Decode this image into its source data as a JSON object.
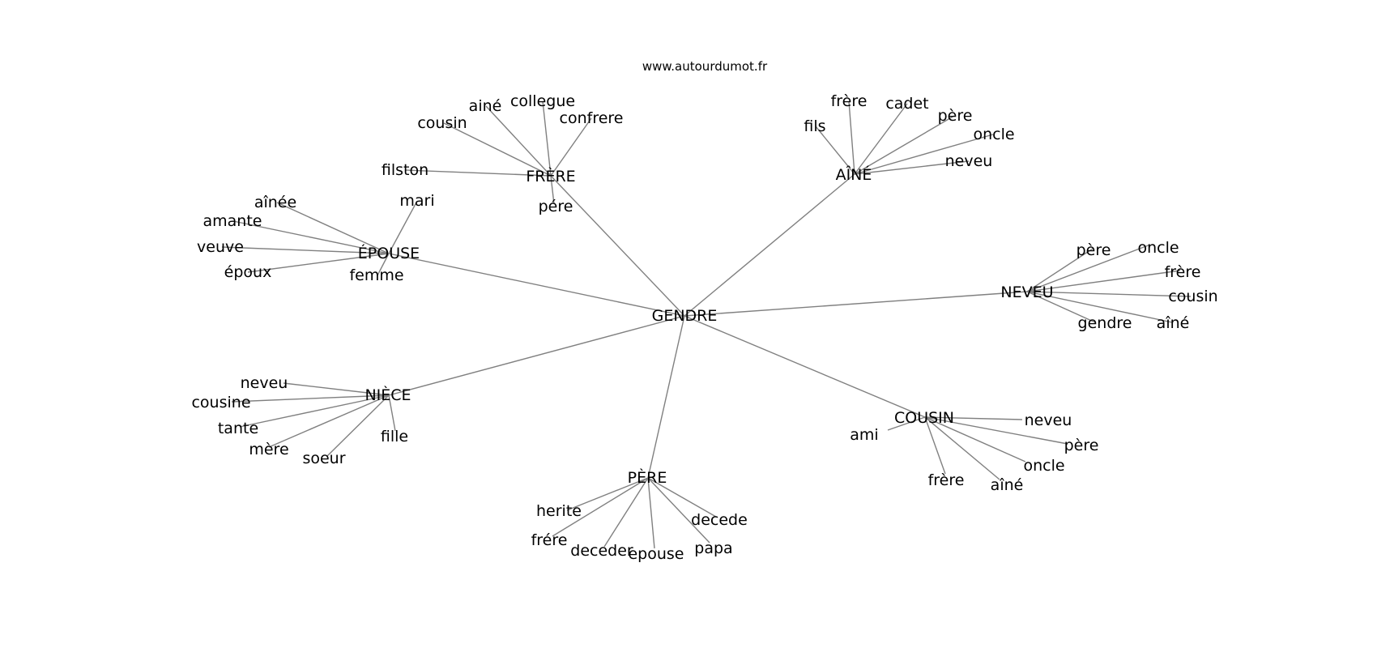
{
  "source": "www.autourdumot.fr",
  "colors": {
    "edge": "#808080",
    "text": "#000000",
    "background": "#ffffff"
  },
  "graph": {
    "center": {
      "id": "center",
      "label": "GENDRE"
    },
    "hubs": [
      {
        "id": "frere",
        "label": "FRÈRE",
        "leaves": [
          "filston",
          "cousin",
          "ainé",
          "collegue",
          "confrere",
          "pére"
        ]
      },
      {
        "id": "aine",
        "label": "AÎNÉ",
        "leaves": [
          "fils",
          "frère",
          "cadet",
          "père",
          "oncle",
          "neveu"
        ]
      },
      {
        "id": "epouse",
        "label": "ÉPOUSE",
        "leaves": [
          "aînée",
          "amante",
          "veuve",
          "époux",
          "femme",
          "mari"
        ]
      },
      {
        "id": "neveu",
        "label": "NEVEU",
        "leaves": [
          "père",
          "oncle",
          "frère",
          "cousin",
          "aîné",
          "gendre"
        ]
      },
      {
        "id": "niece",
        "label": "NIÈCE",
        "leaves": [
          "neveu",
          "cousine",
          "tante",
          "mère",
          "soeur",
          "fille"
        ]
      },
      {
        "id": "cousin",
        "label": "COUSIN",
        "leaves": [
          "ami",
          "neveu",
          "père",
          "oncle",
          "aîné",
          "frère"
        ]
      },
      {
        "id": "pere",
        "label": "PÈRE",
        "leaves": [
          "herite",
          "frére",
          "deceder",
          "epouse",
          "papa",
          "decede"
        ]
      }
    ]
  }
}
